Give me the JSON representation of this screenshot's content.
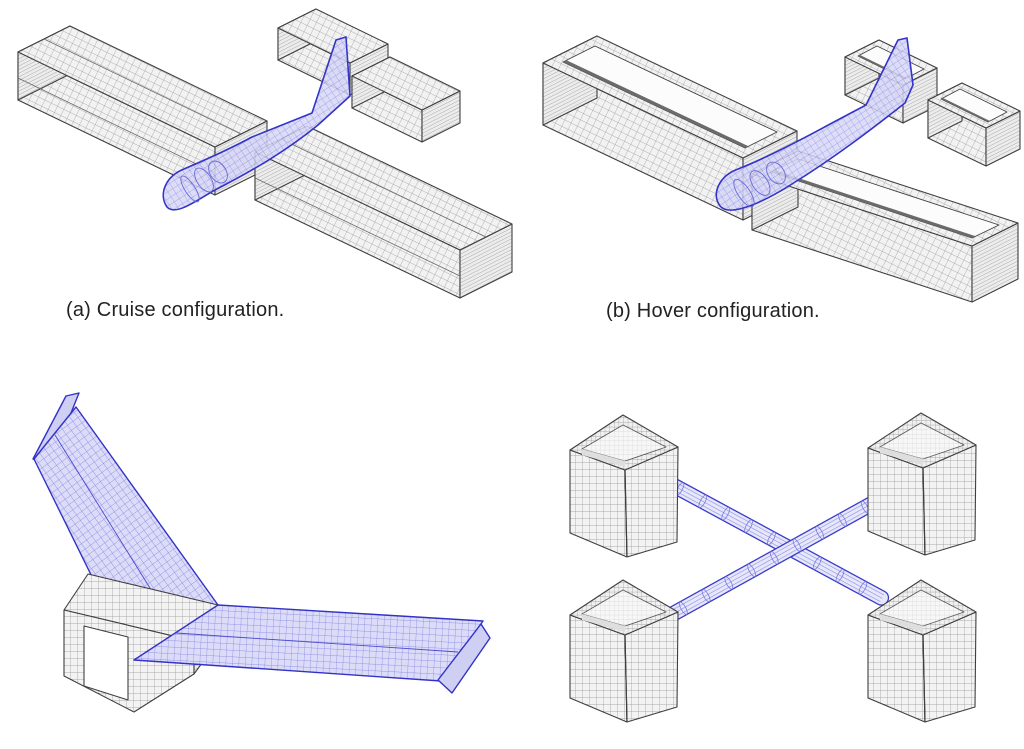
{
  "figure": {
    "background": "#ffffff",
    "accent_color": "#3535c9",
    "accent_fill": "#d6d6f6",
    "mesh_line_color": "#3f3f3f",
    "panels": [
      {
        "id": "cruise",
        "caption": "(a) Cruise configuration."
      },
      {
        "id": "hover",
        "caption": "(b) Hover configuration."
      },
      {
        "id": "flying-wing",
        "caption": ""
      },
      {
        "id": "ducted-quad",
        "caption": ""
      }
    ]
  }
}
